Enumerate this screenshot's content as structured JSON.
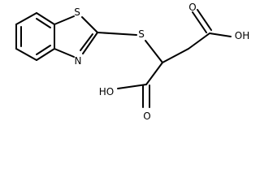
{
  "molecule": {
    "atoms": {
      "S_ring": "S",
      "N_ring": "N",
      "S_thioether": "S",
      "OH_top": "OH",
      "O_top": "O",
      "OH_bottom": "HO",
      "O_bottom": "O"
    }
  },
  "colors": {
    "bond": "#000000",
    "background": "#ffffff"
  }
}
